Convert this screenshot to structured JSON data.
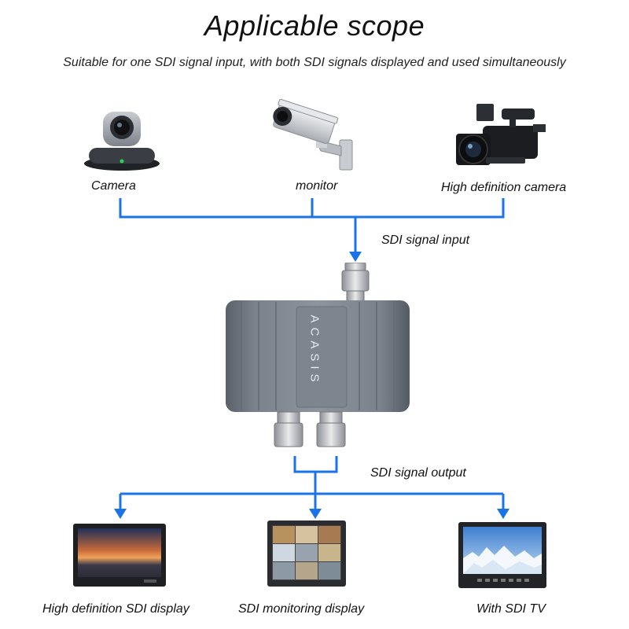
{
  "title": "Applicable scope",
  "subtitle": "Suitable for one SDI signal input, with both SDI signals displayed and used simultaneously",
  "sources": [
    {
      "label": "Camera",
      "icon": "ptz-camera-icon"
    },
    {
      "label": "monitor",
      "icon": "security-camera-icon"
    },
    {
      "label": "High definition camera",
      "icon": "camcorder-icon"
    }
  ],
  "input_label": "SDI signal input",
  "output_label": "SDI signal output",
  "device": {
    "brand": "ACASIS",
    "icon": "sdi-splitter-icon"
  },
  "outputs": [
    {
      "label": "High definition SDI display",
      "icon": "hd-display-icon"
    },
    {
      "label": "SDI monitoring display",
      "icon": "monitoring-display-icon"
    },
    {
      "label": "With SDI TV",
      "icon": "tv-icon"
    }
  ],
  "colors": {
    "line": "#1a73e8",
    "device": "#6b7280"
  }
}
